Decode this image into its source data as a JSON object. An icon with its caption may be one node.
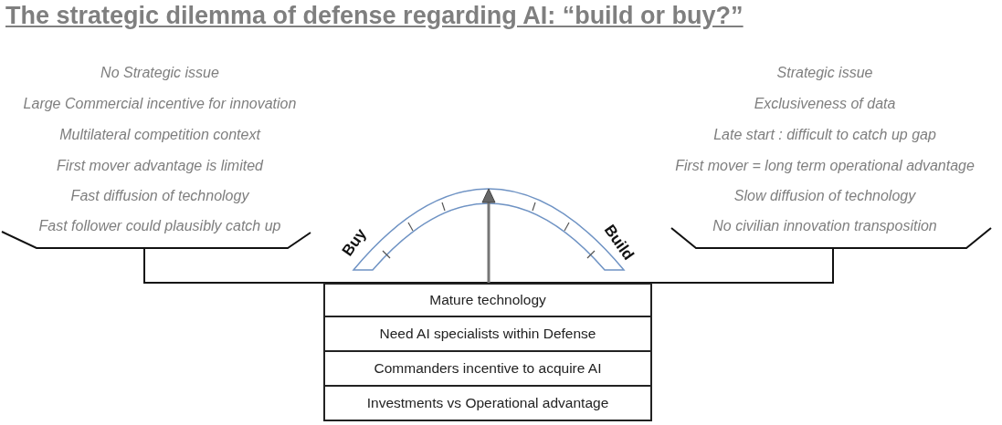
{
  "diagram": {
    "title": "The strategic dilemma of defense regarding AI: “build or buy?”",
    "nodes": [
      {
        "text": [
          "Mature technology"
        ]
      },
      {
        "text": [
          "Need AI specialists within Defense"
        ]
      },
      {
        "text": [
          "Commanders incentive to acquire AI"
        ]
      },
      {
        "text": [
          "Investments vs Operational advantage"
        ]
      }
    ],
    "labels": [
      "No Strategic issue",
      "Large Commercial incentive for innovation",
      "Multilateral competition context",
      "First mover advantage is limited",
      "Fast diffusion of technology",
      "Fast follower could plausibly catch up",
      "Strategic issue",
      "Exclusiveness of data",
      "Late start : difficult to catch up gap",
      "First mover = long term operational advantage",
      "Slow diffusion of technology",
      "No civilian innovation transposition",
      "Buy",
      "Build"
    ]
  }
}
